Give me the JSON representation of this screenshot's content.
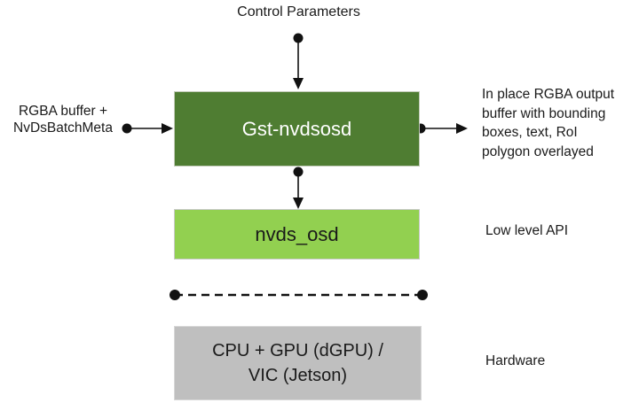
{
  "colors": {
    "box_dark_green": "#4F7D32",
    "box_light_green": "#92D050",
    "box_gray": "#BFBFBF",
    "text": "#1A1A1A",
    "connector": "#111111"
  },
  "labels": {
    "control_parameters": "Control Parameters",
    "input": {
      "lines": [
        "RGBA buffer +",
        "NvDsBatchMeta"
      ]
    },
    "output": {
      "lines": [
        "In place RGBA output",
        "buffer with bounding",
        "boxes, text, RoI",
        "polygon overlayed"
      ]
    },
    "low_level_api": "Low level API",
    "hardware": "Hardware"
  },
  "boxes": {
    "gst": {
      "label": "Gst-nvdsosd"
    },
    "nvds": {
      "label": "nvds_osd"
    },
    "hw": {
      "lines": [
        "CPU + GPU (dGPU) /",
        "VIC (Jetson)"
      ]
    }
  }
}
